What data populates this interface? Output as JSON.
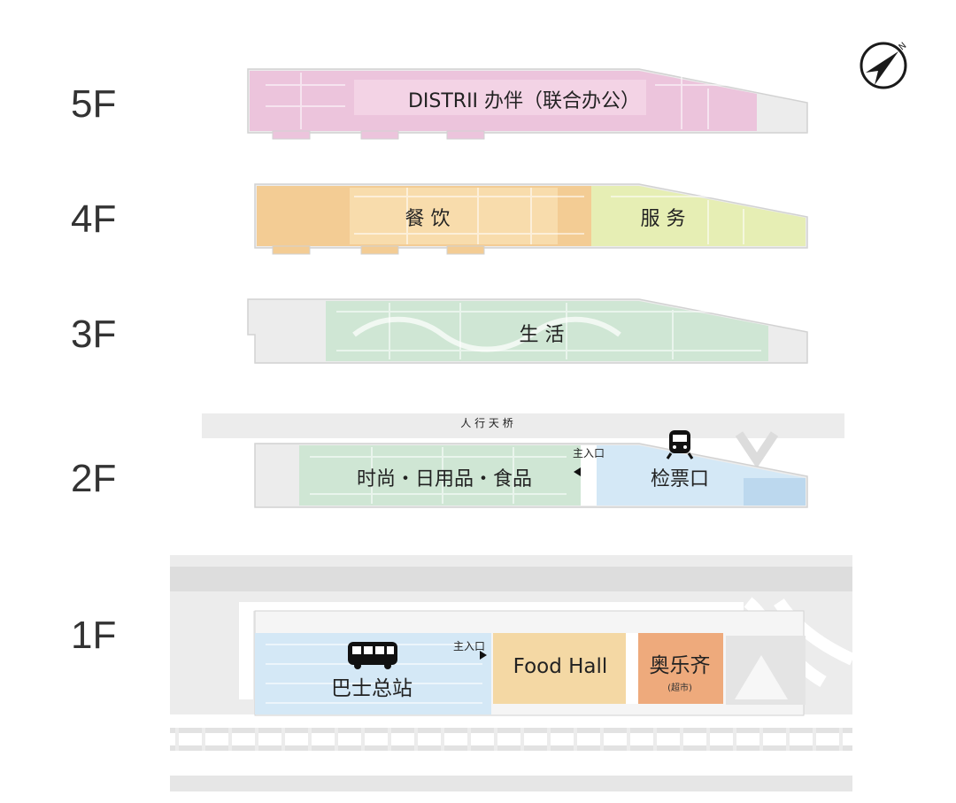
{
  "floors": [
    {
      "id": "5F",
      "label": "5F",
      "zones": [
        {
          "name": "DISTRII 办伴（联合办公）",
          "color": "#ecc4dc"
        }
      ]
    },
    {
      "id": "4F",
      "label": "4F",
      "zones": [
        {
          "name": "餐 饮",
          "color": "#f3cc94"
        },
        {
          "name": "服 务",
          "color": "#e6eeb4"
        }
      ]
    },
    {
      "id": "3F",
      "label": "3F",
      "zones": [
        {
          "name": "生 活",
          "color": "#cfe6d4"
        }
      ]
    },
    {
      "id": "2F",
      "label": "2F",
      "zones": [
        {
          "name": "时尚・日用品・食品",
          "color": "#cfe6d4"
        },
        {
          "name": "检票口",
          "color": "#d4e8f6"
        }
      ],
      "bridge_label": "人 行 天 桥",
      "entrance_label": "主入口"
    },
    {
      "id": "1F",
      "label": "1F",
      "zones": [
        {
          "name": "巴士总站",
          "color": "#d4e8f6"
        },
        {
          "name": "Food Hall",
          "color": "#f4d8a4"
        },
        {
          "name": "奥乐齐",
          "sub": "(超市)",
          "color": "#eeaa7c"
        }
      ],
      "entrance_label": "主入口"
    }
  ],
  "icons": {
    "compass": "compass-north-icon",
    "train": "train-icon",
    "bus": "bus-icon"
  },
  "colors": {
    "inactive": "#ececec",
    "outline": "#d2d2d2",
    "road": "#dddddd"
  }
}
